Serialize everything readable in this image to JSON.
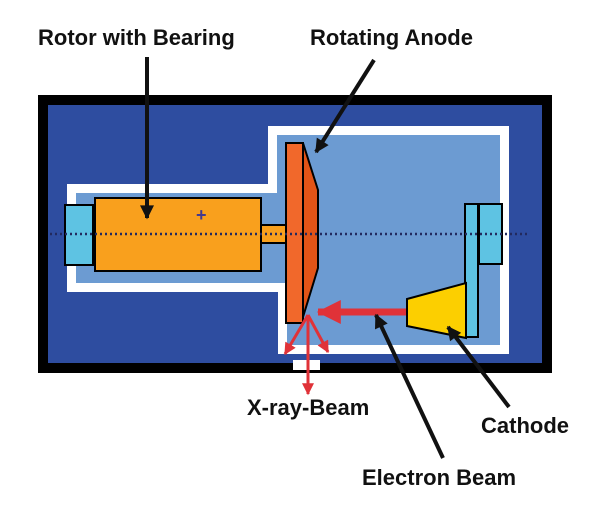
{
  "diagram": {
    "labels": {
      "rotor": "Rotor with Bearing",
      "anode": "Rotating Anode",
      "xray": "X-ray-Beam",
      "cathode": "Cathode",
      "electron": "Electron Beam",
      "rotor_polarity": "+"
    },
    "colors": {
      "housing_fill": "#2e4da0",
      "housing_border": "#000000",
      "envelope_fill": "#6c9bd2",
      "envelope_outline": "#ffffff",
      "rotor_orange": "#f9a01d",
      "anode_orange": "#f1682b",
      "anode_bevel_orange": "#e25417",
      "cathode_yellow": "#fccf00",
      "insulator_cyan": "#5ec3e3",
      "beam_red": "#e03238",
      "arrow_black": "#111111",
      "axis_navy": "#222a5e",
      "window_white": "#ffffff",
      "outline_black": "#000000"
    }
  }
}
